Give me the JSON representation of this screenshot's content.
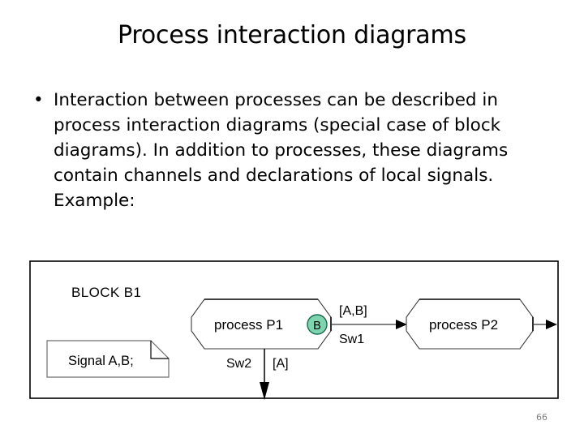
{
  "slide": {
    "title": "Process interaction diagrams",
    "page_number": "66",
    "bullets": [
      {
        "marker": "•",
        "text": "Interaction between processes can be described in process interaction diagrams (special case of block diagrams). In addition to processes, these diagrams contain channels and declarations of local signals. Example:"
      }
    ]
  },
  "diagram": {
    "block_label": "BLOCK B1",
    "signal_declaration": "Signal A,B;",
    "processes": [
      {
        "id": "p1",
        "label": "process P1",
        "gate_label": "B"
      },
      {
        "id": "p2",
        "label": "process P2"
      }
    ],
    "channels": [
      {
        "id": "sw1",
        "name": "Sw1",
        "signals": "[A,B]"
      },
      {
        "id": "sw2",
        "name": "Sw2",
        "signals": "[A]"
      }
    ],
    "colors": {
      "gate_fill": "#7fd4b0",
      "gate_stroke": "#1a6b52",
      "frame_stroke": "#000000",
      "shape_stroke": "#000000"
    }
  }
}
